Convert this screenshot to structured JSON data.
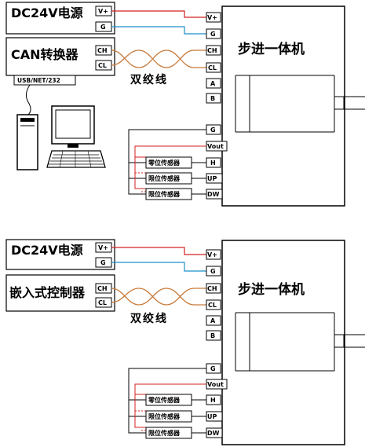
{
  "diagrams": [
    {
      "power_label": "DC24V电源",
      "power_terms": [
        "V+",
        "G"
      ],
      "controller_label": "CAN转换器",
      "controller_terms": [
        "CH",
        "CL"
      ],
      "port_label": "USB/NET/232",
      "twisted_label": "双绞线",
      "motor_label": "步进一体机",
      "motor_terms": [
        "V+",
        "G",
        "CH",
        "CL",
        "A",
        "B",
        "G",
        "Vout",
        "H",
        "UP",
        "DW"
      ],
      "sensors": [
        "零位传感器",
        "限位传感器",
        "限位传感器"
      ]
    },
    {
      "power_label": "DC24V电源",
      "power_terms": [
        "V+",
        "G"
      ],
      "controller_label": "嵌入式控制器",
      "controller_terms": [
        "CH",
        "CL"
      ],
      "twisted_label": "双绞线",
      "motor_label": "步进一体机",
      "motor_terms": [
        "V+",
        "G",
        "CH",
        "CL",
        "A",
        "B",
        "G",
        "Vout",
        "H",
        "UP",
        "DW"
      ],
      "sensors": [
        "零位传感器",
        "限位传感器",
        "限位传感器"
      ]
    }
  ],
  "colors": {
    "power_pos": "#d42020",
    "power_gnd": "#1a8fc9",
    "twist": "#c87a3a",
    "line": "#000000"
  }
}
